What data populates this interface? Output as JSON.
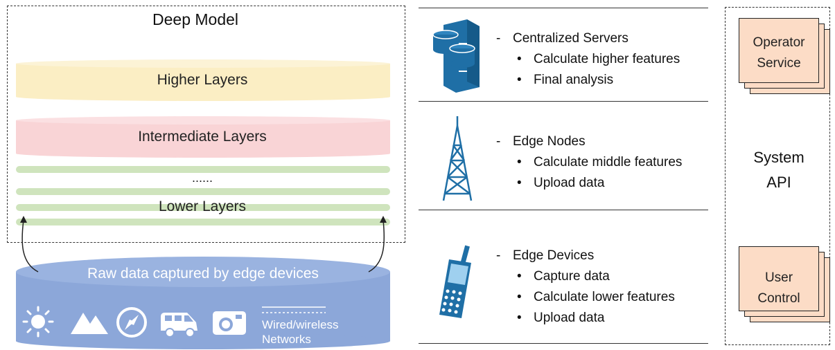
{
  "deep_model": {
    "title": "Deep Model",
    "higher_layers": "Higher Layers",
    "intermediate_layers": "Intermediate Layers",
    "ellipsis": "......",
    "lower_layers": "Lower Layers"
  },
  "raw_data": {
    "label": "Raw data captured by edge devices",
    "networks_label_1": "Wired/wireless",
    "networks_label_2": "Networks",
    "icons": [
      "sun-icon",
      "mountains-icon",
      "compass-icon",
      "van-icon",
      "camera-icon"
    ]
  },
  "tiers": [
    {
      "name": "Centralized Servers",
      "bullets": [
        "Calculate higher features",
        "Final analysis"
      ],
      "icon": "server-icon"
    },
    {
      "name": "Edge Nodes",
      "bullets": [
        "Calculate middle features",
        "Upload data"
      ],
      "icon": "tower-icon"
    },
    {
      "name": "Edge Devices",
      "bullets": [
        "Capture data",
        "Calculate lower features",
        "Upload data"
      ],
      "icon": "phone-icon"
    }
  ],
  "tier_dash": "-",
  "system_api": {
    "top_card_line1": "Operator",
    "top_card_line2": "Service",
    "api_line1": "System",
    "api_line2": "API",
    "bottom_card_line1": "User",
    "bottom_card_line2": "Control"
  },
  "colors": {
    "higher": "#fbeec4",
    "intermediate": "#f9d4d6",
    "lower": "#cfe4bd",
    "raw_data": "#8ca7d9",
    "card": "#fcdcc6",
    "icon_blue": "#1f6fa6"
  }
}
